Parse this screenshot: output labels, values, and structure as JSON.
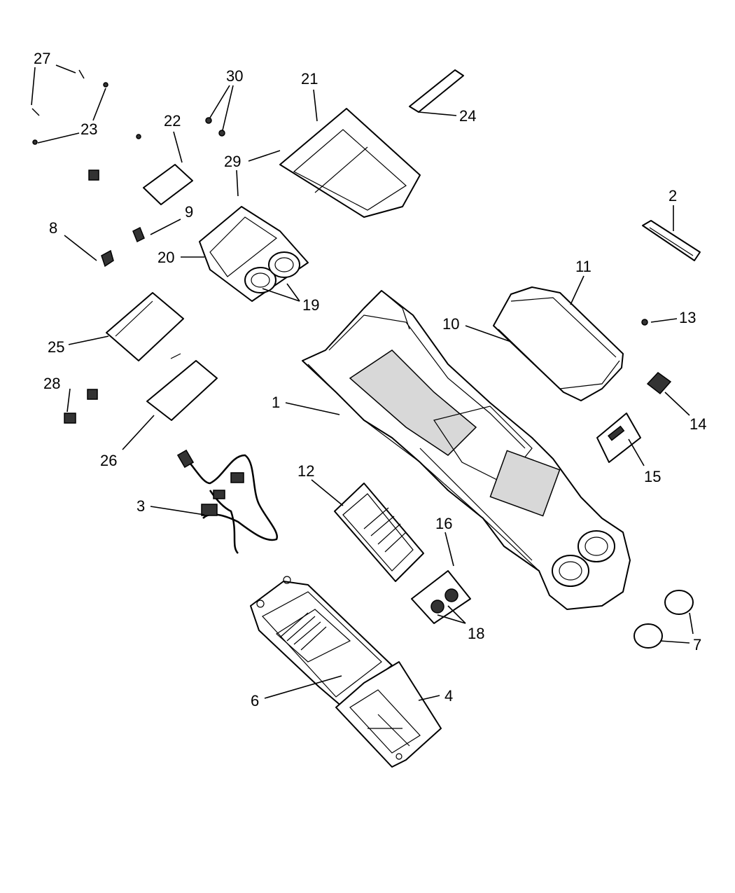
{
  "callouts": [
    {
      "id": "c1",
      "text": "1"
    },
    {
      "id": "c2",
      "text": "2"
    },
    {
      "id": "c3",
      "text": "3"
    },
    {
      "id": "c4",
      "text": "4"
    },
    {
      "id": "c6",
      "text": "6"
    },
    {
      "id": "c7",
      "text": "7"
    },
    {
      "id": "c8",
      "text": "8"
    },
    {
      "id": "c9",
      "text": "9"
    },
    {
      "id": "c10",
      "text": "10"
    },
    {
      "id": "c11",
      "text": "11"
    },
    {
      "id": "c12",
      "text": "12"
    },
    {
      "id": "c13",
      "text": "13"
    },
    {
      "id": "c14",
      "text": "14"
    },
    {
      "id": "c15",
      "text": "15"
    },
    {
      "id": "c16",
      "text": "16"
    },
    {
      "id": "c18",
      "text": "18"
    },
    {
      "id": "c19",
      "text": "19"
    },
    {
      "id": "c20",
      "text": "20"
    },
    {
      "id": "c21",
      "text": "21"
    },
    {
      "id": "c22",
      "text": "22"
    },
    {
      "id": "c23",
      "text": "23"
    },
    {
      "id": "c24",
      "text": "24"
    },
    {
      "id": "c25",
      "text": "25"
    },
    {
      "id": "c26",
      "text": "26"
    },
    {
      "id": "c27",
      "text": "27"
    },
    {
      "id": "c28",
      "text": "28"
    },
    {
      "id": "c29",
      "text": "29"
    },
    {
      "id": "c30",
      "text": "30"
    }
  ]
}
